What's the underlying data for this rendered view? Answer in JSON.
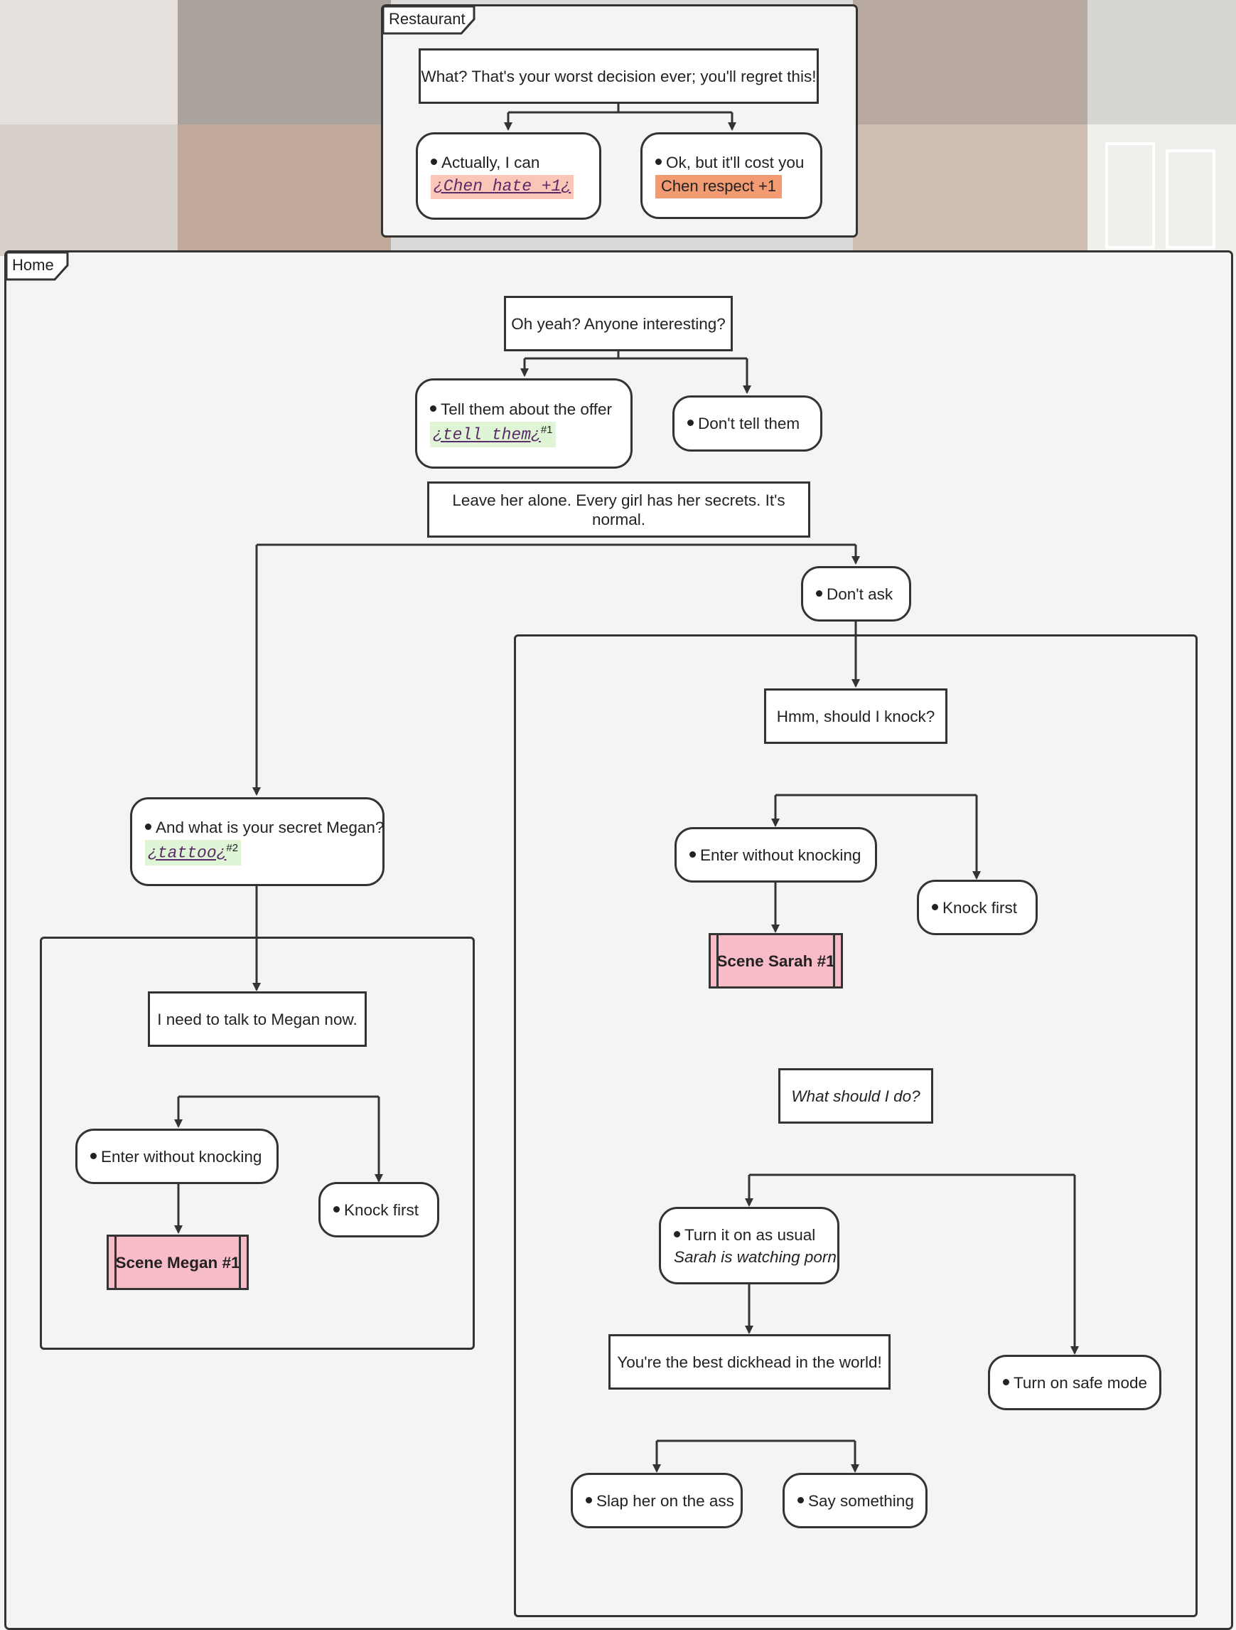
{
  "frames": {
    "restaurant": "Restaurant",
    "home": "Home"
  },
  "restaurant": {
    "speech": "What? That's your worst decision ever; you'll regret this!",
    "choice_a": {
      "text": "Actually, I can",
      "var": "¿Chen hate +1¿"
    },
    "choice_b": {
      "text": "Ok, but it'll cost you",
      "effect": "Chen respect +1"
    }
  },
  "home": {
    "speech_interesting": "Oh yeah? Anyone interesting?",
    "choice_tell": {
      "text": "Tell them about the offer",
      "var": "¿tell them¿",
      "sup": "#1"
    },
    "choice_dont_tell": "Don't tell them",
    "speech_leave": "Leave her alone. Every girl has her secrets. It's normal.",
    "choice_dont_ask": "Don't ask",
    "choice_secret": {
      "text": "And what is your secret Megan?",
      "var": "¿tattoo¿",
      "sup": "#2"
    },
    "megan": {
      "speech": "I need to talk to Megan now.",
      "enter": "Enter without knocking",
      "knock": "Knock first",
      "scene": "Scene Megan #1"
    },
    "sarah": {
      "speech_knock": "Hmm, should I knock?",
      "enter": "Enter without knocking",
      "knock": "Knock first",
      "scene": "Scene Sarah #1",
      "speech_what": "What should I do?",
      "turn_on": {
        "text": "Turn it on as usual",
        "note": "Sarah is watching porn"
      },
      "safe_mode": "Turn on safe mode",
      "speech_best": "You're the best dickhead in the world!",
      "slap": "Slap her on the ass",
      "say": "Say something"
    }
  },
  "colors": {
    "border": "#333333",
    "scene_fill": "#f8bcc8",
    "var_pink": "#f9c6b8",
    "var_green": "#dff5d6",
    "effect_fill": "#f29a72",
    "panel_bg": "#f4f4f4"
  }
}
